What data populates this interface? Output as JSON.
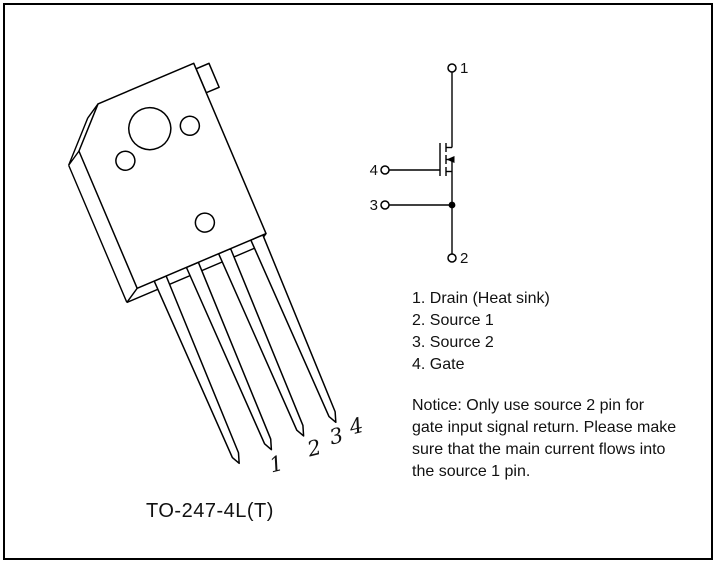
{
  "figure": {
    "package_label": "TO-247-4L(T)",
    "lead_numbers": [
      "1",
      "2",
      "3",
      "4"
    ],
    "schematic_pin_numbers": {
      "drain": "1",
      "source1": "2",
      "source2": "3",
      "gate": "4"
    }
  },
  "pin_descriptions": [
    "1. Drain (Heat sink)",
    "2. Source 1",
    "3. Source 2",
    "4. Gate"
  ],
  "notice_text": "Notice: Only use source 2 pin for gate input signal return. Please make sure that the main current flows into the source 1 pin.",
  "colors": {
    "line": "#000000",
    "background": "#ffffff"
  }
}
